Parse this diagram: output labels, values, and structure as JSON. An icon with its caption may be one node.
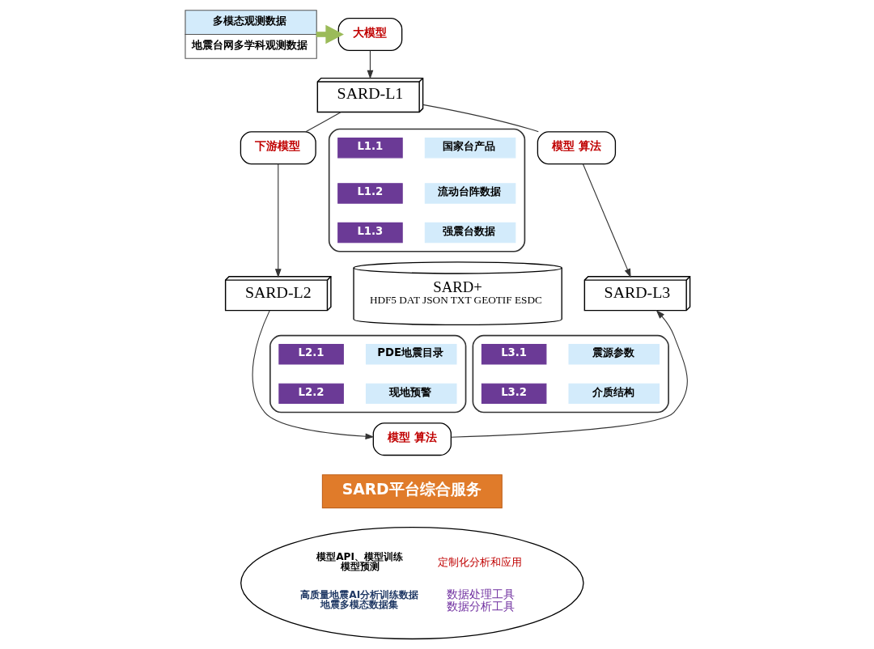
{
  "diagram": {
    "nodes": [
      {
        "text": [
          "多模态观测数据",
          "地震台网多学科观测数据"
        ]
      },
      {
        "text": [
          "大模型"
        ]
      },
      {
        "text": [
          "SARD-L1"
        ]
      },
      {
        "text": [],
        "shape": "box"
      },
      {
        "text": [
          "L1.1"
        ],
        "in": 3
      },
      {
        "text": [
          "国家台产品"
        ],
        "in": 3
      },
      {
        "text": [
          "L1.2"
        ],
        "in": 3
      },
      {
        "text": [
          "流动台阵数据"
        ],
        "in": 3
      },
      {
        "text": [
          "L1.3"
        ],
        "in": 3
      },
      {
        "text": [
          "强震台数据"
        ],
        "in": 3
      },
      {
        "text": [
          "下游模型"
        ]
      },
      {
        "text": [
          "模型 算法"
        ]
      },
      {
        "text": [
          "SARD+",
          "HDF5 DAT JSON TXT GEOTIF ESDC"
        ]
      },
      {
        "text": [
          "SARD-L2"
        ]
      },
      {
        "text": [
          "SARD-L3"
        ]
      },
      {
        "text": [],
        "shape": "box"
      },
      {
        "text": [
          "L2.1"
        ],
        "in": 15
      },
      {
        "text": [
          "PDE地震目录"
        ],
        "in": 15
      },
      {
        "text": [
          "L2.2"
        ],
        "in": 15
      },
      {
        "text": [
          "现地预警"
        ],
        "in": 15
      },
      {
        "text": [],
        "shape": "box"
      },
      {
        "text": [
          "L3.1"
        ],
        "in": 20
      },
      {
        "text": [
          "震源参数"
        ],
        "in": 20
      },
      {
        "text": [
          "L3.2"
        ],
        "in": 20
      },
      {
        "text": [
          "介质结构"
        ],
        "in": 20
      },
      {
        "text": [
          "模型 算法"
        ]
      },
      {
        "text": [
          "SARD平台综合服务"
        ]
      },
      {
        "text": [
          "模型API、模型训练",
          "模型预测",
          "定制化分析和应用",
          "高质量地震AI分析训练数据",
          "地震多模态数据集",
          "数据处理工具",
          "数据分析工具"
        ]
      }
    ],
    "edges": [
      {
        "from": 0,
        "to": 1,
        "arrow": "to",
        "style": "thick",
        "color": "#9bbb59"
      },
      {
        "from": 1,
        "to": 2,
        "arrow": "to"
      },
      {
        "from": 2,
        "to": 10,
        "arrow": "none"
      },
      {
        "from": 10,
        "to": 13,
        "arrow": "to"
      },
      {
        "from": 2,
        "to": 11,
        "arrow": "none"
      },
      {
        "from": 11,
        "to": 14,
        "arrow": "to"
      },
      {
        "from": 13,
        "to": 25,
        "arrow": "to"
      },
      {
        "from": 25,
        "to": 14,
        "arrow": "to"
      }
    ]
  }
}
